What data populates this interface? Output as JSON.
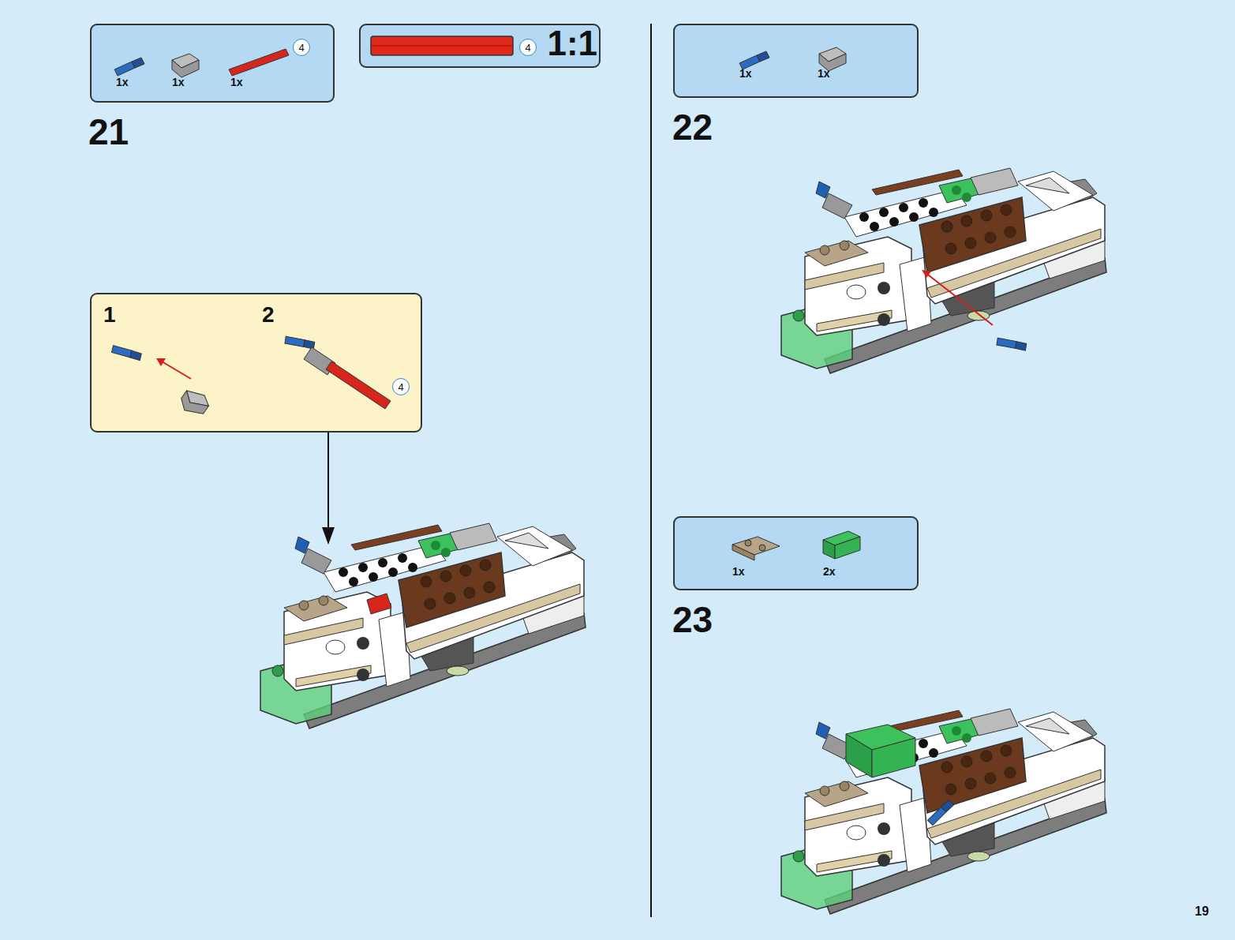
{
  "diagram": {
    "nodes": [
      {
        "text": [
          "1x",
          "1x",
          "1x"
        ]
      },
      {
        "text": [
          "4"
        ],
        "in": 0
      },
      {
        "text": [
          "1:1"
        ]
      },
      {
        "text": [
          "4"
        ],
        "in": 2
      },
      {
        "text": [
          "1",
          "2"
        ]
      },
      {
        "text": [
          "4"
        ],
        "in": 4
      },
      {
        "text": [
          "1x",
          "1x"
        ]
      },
      {
        "text": [
          "1x",
          "2x"
        ]
      }
    ],
    "labels": [
      "21",
      "22",
      "23",
      "19"
    ]
  }
}
